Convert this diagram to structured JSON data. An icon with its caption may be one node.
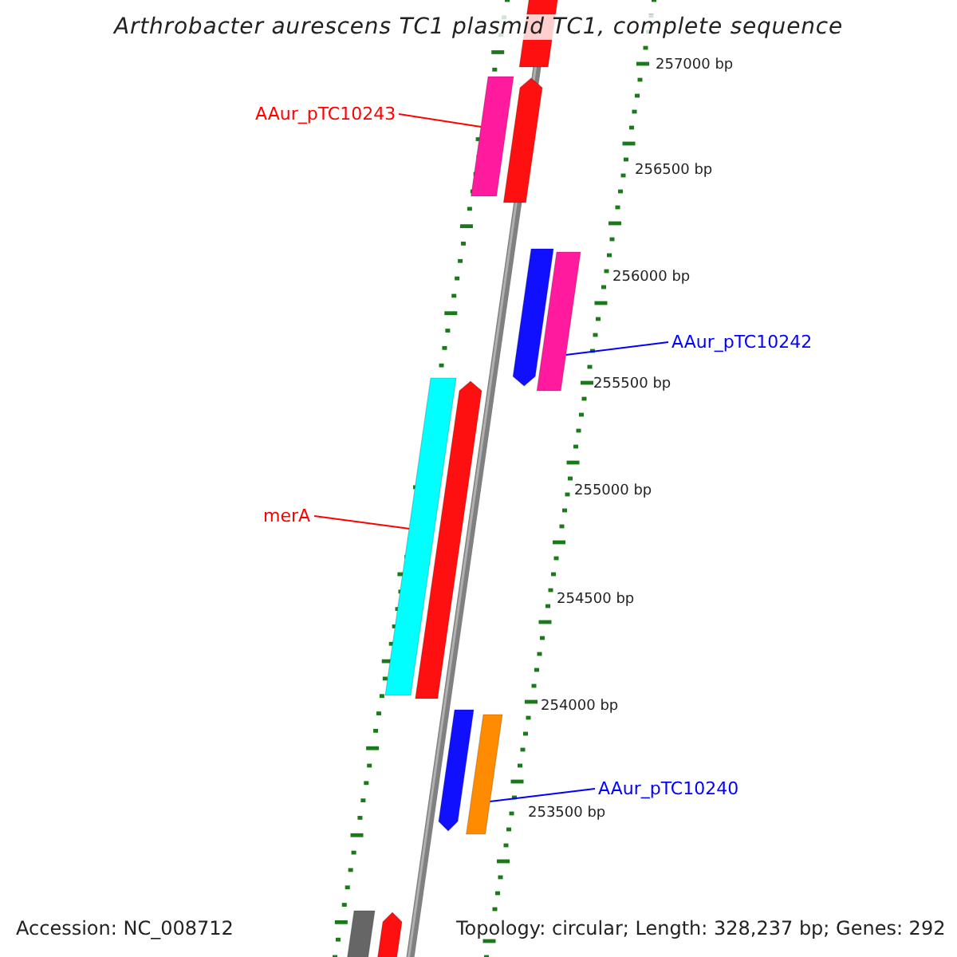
{
  "diagram": {
    "title": "Arthrobacter aurescens TC1 plasmid TC1, complete sequence",
    "nodes": [
      {
        "text": [],
        "shape": "bar"
      },
      {
        "text": [
          "AAur_pTC10243"
        ]
      },
      {
        "text": [],
        "shape": "bar"
      },
      {
        "text": [],
        "shape": "bar"
      },
      {
        "text": [],
        "shape": "bar"
      },
      {
        "text": [],
        "shape": "bar"
      },
      {
        "text": [
          "AAur_pTC10242"
        ]
      },
      {
        "text": [],
        "shape": "bar"
      },
      {
        "text": [],
        "shape": "bar"
      },
      {
        "text": [
          "merA"
        ]
      },
      {
        "text": [],
        "shape": "bar"
      },
      {
        "text": [],
        "shape": "bar"
      },
      {
        "text": [
          "AAur_pTC10240"
        ]
      },
      {
        "text": [],
        "shape": "bar"
      },
      {
        "text": [],
        "shape": "bar"
      }
    ],
    "edges": [
      {
        "from": 1,
        "to": 2,
        "arrow": "none",
        "color": "#ff0000"
      },
      {
        "from": 6,
        "to": 5,
        "arrow": "none",
        "color": "#0000ff"
      },
      {
        "from": 9,
        "to": 7,
        "arrow": "none",
        "color": "#ff0000"
      },
      {
        "from": 12,
        "to": 11,
        "arrow": "none",
        "color": "#0000ff"
      }
    ],
    "labels": [
      "257000 bp",
      "256500 bp",
      "256000 bp",
      "255500 bp",
      "255000 bp",
      "254500 bp",
      "254000 bp",
      "253500 bp",
      "Accession: NC_008712",
      "Topology: circular; Length: 328,237 bp; Genes: 292"
    ]
  }
}
